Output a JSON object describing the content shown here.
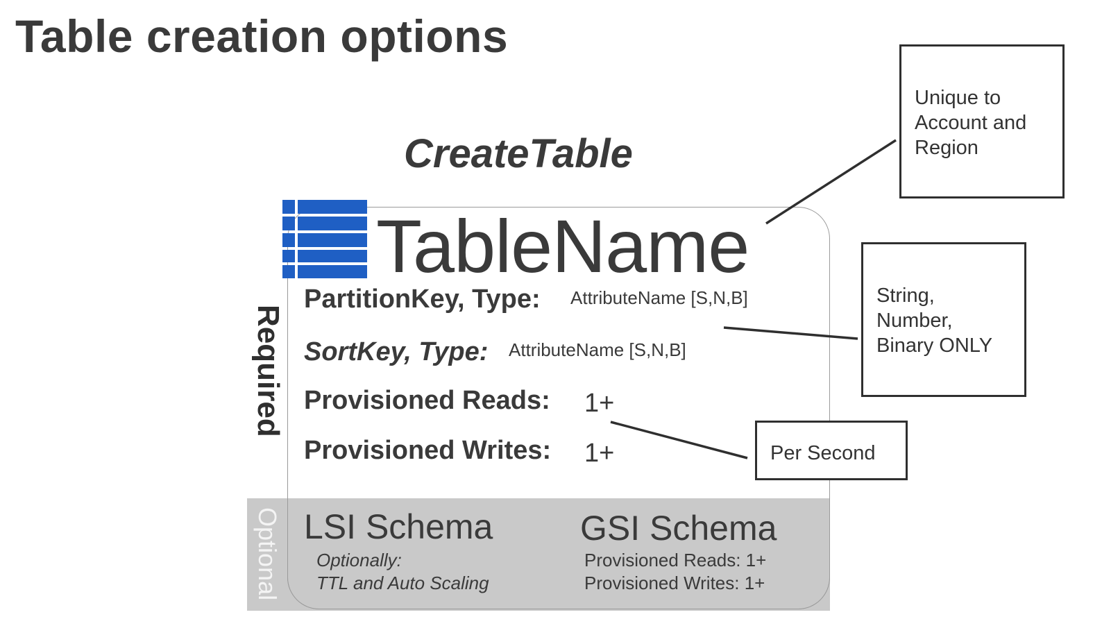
{
  "title": "Table creation options",
  "create_table": "CreateTable",
  "table_name": "TableName",
  "required_label": "Required",
  "optional_label": "Optional",
  "partition_key": {
    "label": "PartitionKey, Type:",
    "value": "AttributeName [S,N,B]"
  },
  "sort_key": {
    "label": "SortKey, Type:",
    "value": "AttributeName [S,N,B]"
  },
  "provisioned_reads": {
    "label": "Provisioned Reads:",
    "value": "1+"
  },
  "provisioned_writes": {
    "label": "Provisioned Writes:",
    "value": "1+"
  },
  "lsi": {
    "title": "LSI Schema",
    "line1": "Optionally:",
    "line2": "TTL and Auto Scaling"
  },
  "gsi": {
    "title": "GSI Schema",
    "line1": "Provisioned Reads: 1+",
    "line2": "Provisioned Writes: 1+"
  },
  "callouts": {
    "unique": [
      "Unique to",
      "Account and",
      "Region"
    ],
    "types": [
      "String,",
      "Number,",
      "Binary ONLY"
    ],
    "per_second": [
      "Per Second"
    ]
  },
  "colors": {
    "icon_blue": "#1f5fc4",
    "optional_band": "#c9c9c9",
    "text": "#3a3a3a"
  },
  "icons": {
    "table": "table-icon"
  }
}
